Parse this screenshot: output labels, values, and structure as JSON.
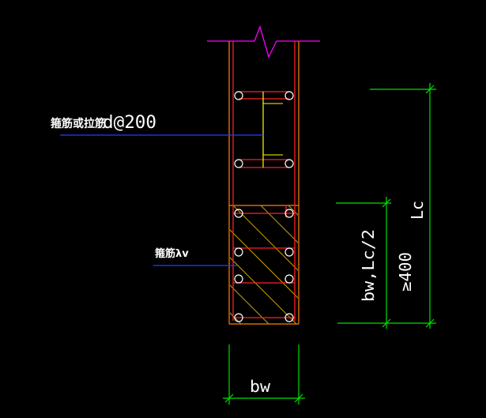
{
  "drawing": {
    "background_color": "#000000",
    "colors": {
      "wall_outline": "#ff8000",
      "rebar": "#ff2020",
      "bar_circle": "#ffffff",
      "break_line": "#ff00ff",
      "dimension": "#00e000",
      "leader": "#2040ff",
      "hatch": "#c8a000",
      "text": "#ffffff",
      "leader_tie": "#ffff00"
    },
    "labels": {
      "stirrup_or_tie": "箍筋或拉筋",
      "stirrup_spacing": "d@200",
      "stirrup_av": "箍筋λv"
    },
    "dimensions": {
      "lc": "Lc",
      "bw_lc_half": "bw,Lc/2",
      "min_400": "≥400",
      "bw": "bw"
    }
  }
}
